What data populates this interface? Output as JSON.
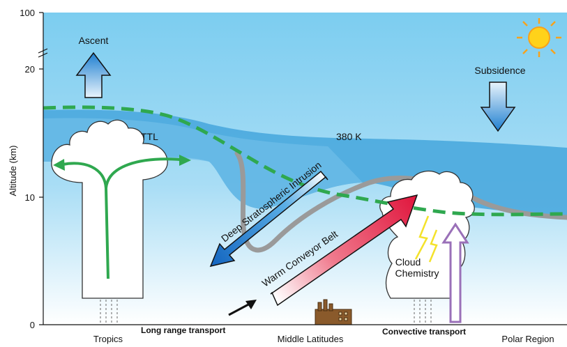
{
  "axis": {
    "y_label": "Altitude (km)",
    "ticks": [
      "100",
      "20",
      "10",
      "0"
    ]
  },
  "regions": [
    "Tropics",
    "Middle Latitudes",
    "Polar Region"
  ],
  "labels": {
    "ascent": "Ascent",
    "subsidence": "Subsidence",
    "ttl": "TTL",
    "isentrope": "380 K",
    "intrusion": "Deep Stratospheric Intrusion",
    "conveyor": "Warm Conveyor Belt",
    "cloud_chem_1": "Cloud",
    "cloud_chem_2": "Chemistry",
    "long_range": "Long range transport",
    "convective": "Convective transport"
  },
  "icons": [
    "sun-icon",
    "factory-icon",
    "lightning-icon",
    "cloud-icon"
  ],
  "colors": {
    "sky_top": "#7ccdf0",
    "sky_bottom": "#ffffff",
    "stratosphere": "#4aa9de",
    "tropopause": "#2fa84f",
    "jet": "#9a9a9a",
    "intrusion": "#1f7fd0",
    "conveyor": "#e8304f",
    "convective": "#9a70b8"
  }
}
